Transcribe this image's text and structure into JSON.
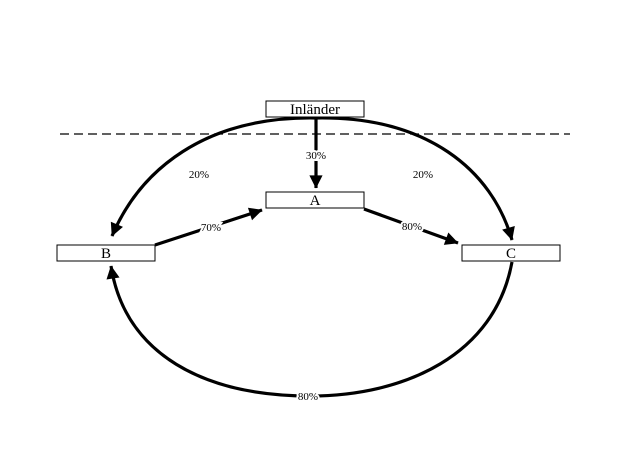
{
  "nodes": {
    "inlaender": "Inländer",
    "a": "A",
    "b": "B",
    "c": "C"
  },
  "edges": {
    "inlaender_to_a": "30%",
    "inlaender_to_b": "20%",
    "inlaender_to_c": "20%",
    "b_to_a": "70%",
    "a_to_c": "80%",
    "c_to_b": "80%"
  }
}
